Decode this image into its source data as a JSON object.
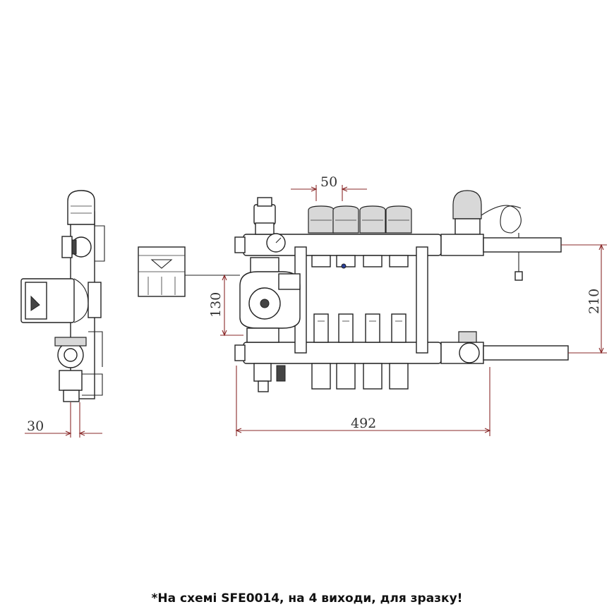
{
  "dimensions": {
    "outlet_spacing": "50",
    "height_sensor": "130",
    "height_total": "210",
    "width_total": "492",
    "side_depth": "30"
  },
  "caption": "*На схемі SFE0014, на 4 виходи, для зразку!"
}
